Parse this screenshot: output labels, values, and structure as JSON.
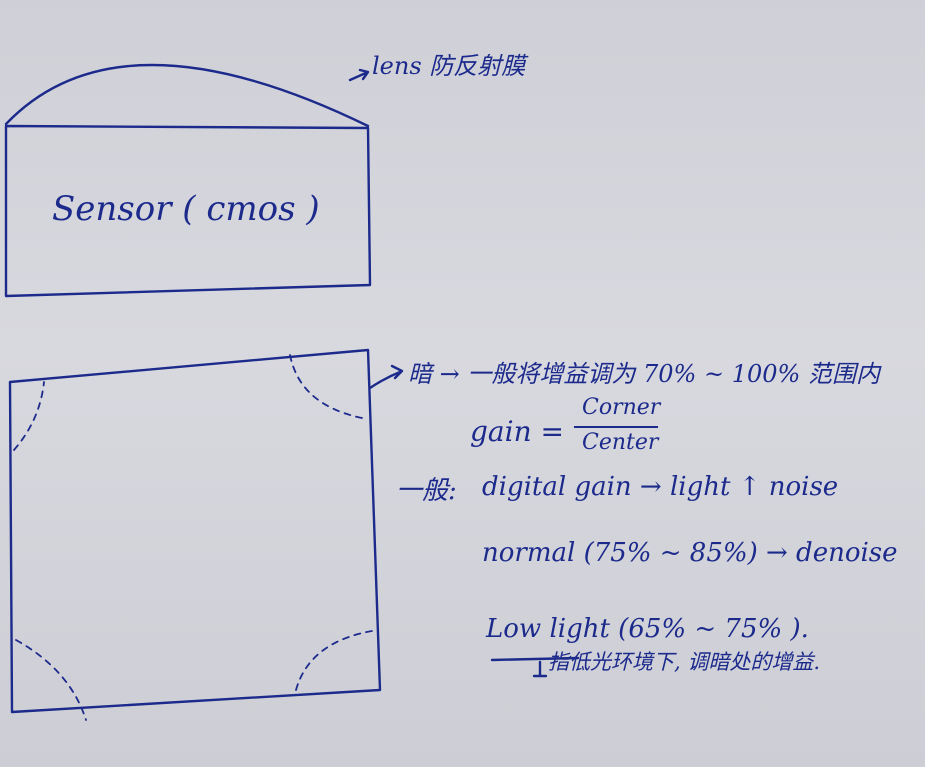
{
  "lens_label": "lens 防反射膜",
  "sensor_label": "Sensor ( cmos )",
  "dark_note": "暗 → 一般将增益调为 70% ~ 100% 范围内",
  "gain_formula": {
    "lhs": "gain =",
    "numerator": "Corner",
    "denominator": "Center"
  },
  "general_note": {
    "prefix": "一般:",
    "line1": "digital gain → light ↑   noise",
    "line2": "normal (75% ~ 85%) → denoise",
    "line3": "Low light (65% ~ 75% ).",
    "footnote": "指低光环境下, 调暗处的增益."
  },
  "colors": {
    "ink": "#1c2a8c",
    "paper": "#d4d5dc"
  }
}
